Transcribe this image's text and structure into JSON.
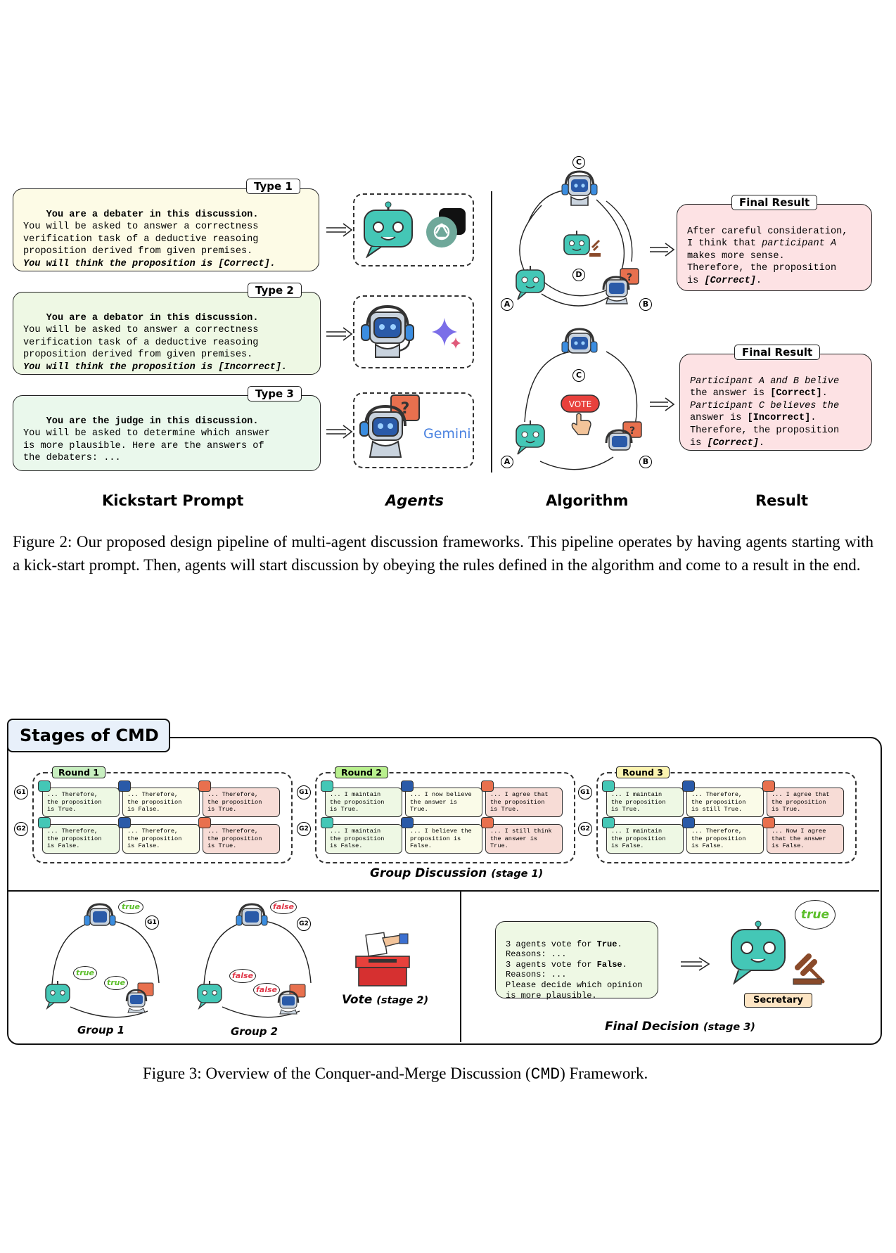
{
  "fig2": {
    "prompts": [
      {
        "tag": "Type 1",
        "line1": "You are a debater in this discussion.",
        "line2": "You will be asked to answer a correctness",
        "line3": "verification task of a deductive reasoing",
        "line4": "proposition derived from given premises.",
        "line5": "You will think the proposition is [Correct].",
        "bg": "#fdfbe6"
      },
      {
        "tag": "Type 2",
        "line1": "You are a debator in this discussion.",
        "line2": "You will be asked to answer a correctness",
        "line3": "verification task of a deductive reasoing",
        "line4": "proposition derived from given premises.",
        "line5": "You will think the proposition is [Incorrect].",
        "bg": "#eef8e4"
      },
      {
        "tag": "Type 3",
        "line1": "You are the judge in this discussion.",
        "line2": "You will be asked to determine which answer",
        "line3": "is more plausible. Here are the answers of",
        "line4": "the debaters: ...",
        "bg": "#eaf8ec"
      }
    ],
    "agent_logos": {
      "gemini": "Gemini",
      "vote": "VOTE"
    },
    "circle_labels": {
      "a": "A",
      "b": "B",
      "c": "C",
      "d": "D"
    },
    "results": [
      {
        "tag": "Final Result",
        "l1": "After careful consideration,",
        "l2a": "I think that ",
        "l2b": "participant A",
        "l3": "makes more sense.",
        "l4": "Therefore, the proposition",
        "l5a": "is ",
        "l5b": "[Correct]",
        "l5c": "."
      },
      {
        "tag": "Final Result",
        "l1": "Participant A and B belive",
        "l2a": "the answer is ",
        "l2b": "[Correct]",
        "l2c": ".",
        "l3": "Participant C believes the",
        "l4a": "answer is ",
        "l4b": "[Incorrect]",
        "l4c": ".",
        "l5": "Therefore, the proposition",
        "l6a": "is ",
        "l6b": "[Correct]",
        "l6c": "."
      }
    ],
    "column_labels": [
      "Kickstart Prompt",
      "Agents",
      "Algorithm",
      "Result"
    ],
    "caption": "Figure 2: Our proposed design pipeline of multi-agent discussion frameworks. This pipeline operates by having agents starting with a kick-start prompt. Then, agents will start discussion by obeying the rules defined in the algorithm and come to a result in the end."
  },
  "fig3": {
    "title": "Stages of CMD",
    "rounds": [
      {
        "label": "Round 1",
        "color": "#c8efc0",
        "g1": [
          "... Therefore,\nthe proposition\nis True.",
          "... Therefore,\nthe proposition\nis False.",
          "... Therefore,\nthe proposition\nis True."
        ],
        "g2": [
          "... Therefore,\nthe proposition\nis False.",
          "... Therefore,\nthe proposition\nis False.",
          "... Therefore,\nthe proposition\nis True."
        ]
      },
      {
        "label": "Round 2",
        "color": "#b9f08e",
        "g1": [
          "... I maintain\nthe proposition\nis True.",
          "... I now believe\nthe answer is\nTrue.",
          "... I agree that\nthe proposition\nis True."
        ],
        "g2": [
          "... I maintain\nthe proposition\nis False.",
          "... I believe the\nproposition is\nFalse.",
          "... I still think\nthe answer is\nTrue."
        ]
      },
      {
        "label": "Round 3",
        "color": "#fbf4b0",
        "g1": [
          "... I maintain\nthe proposition\nis True.",
          "... Therefore,\nthe proposition\nis still True.",
          "... I agree that\nthe proposition\nis True."
        ],
        "g2": [
          "... I maintain\nthe proposition\nis False.",
          "... Therefore,\nthe proposition\nis False.",
          "... Now I agree\nthat the answer\nis False."
        ]
      }
    ],
    "group_labels": {
      "g1": "G1",
      "g2": "G2"
    },
    "stage1": {
      "main": "Group Discussion",
      "sub": "(stage 1)"
    },
    "group1": {
      "label": "Group 1",
      "b1": "true",
      "b2": "true",
      "b3": "true"
    },
    "group2": {
      "label": "Group 2",
      "b1": "false",
      "b2": "false",
      "b3": "false"
    },
    "stage2": {
      "main": "Vote",
      "sub": "(stage 2)"
    },
    "vote_text": {
      "l1a": "3 agents vote for ",
      "l1b": "True",
      "l1c": ".",
      "l2": "Reasons: ...",
      "l3a": "3 agents vote for ",
      "l3b": "False",
      "l3c": ".",
      "l4": "Reasons: ...",
      "l5": "Please decide which opinion",
      "l6": "is more plausible."
    },
    "secretary": {
      "bubble": "true",
      "label": "Secretary"
    },
    "stage3": {
      "main": "Final Decision",
      "sub": "(stage 3)"
    },
    "caption_a": "Figure 3: Overview of the Conquer-and-Merge Discussion (",
    "caption_b": "CMD",
    "caption_c": ") Framework."
  }
}
